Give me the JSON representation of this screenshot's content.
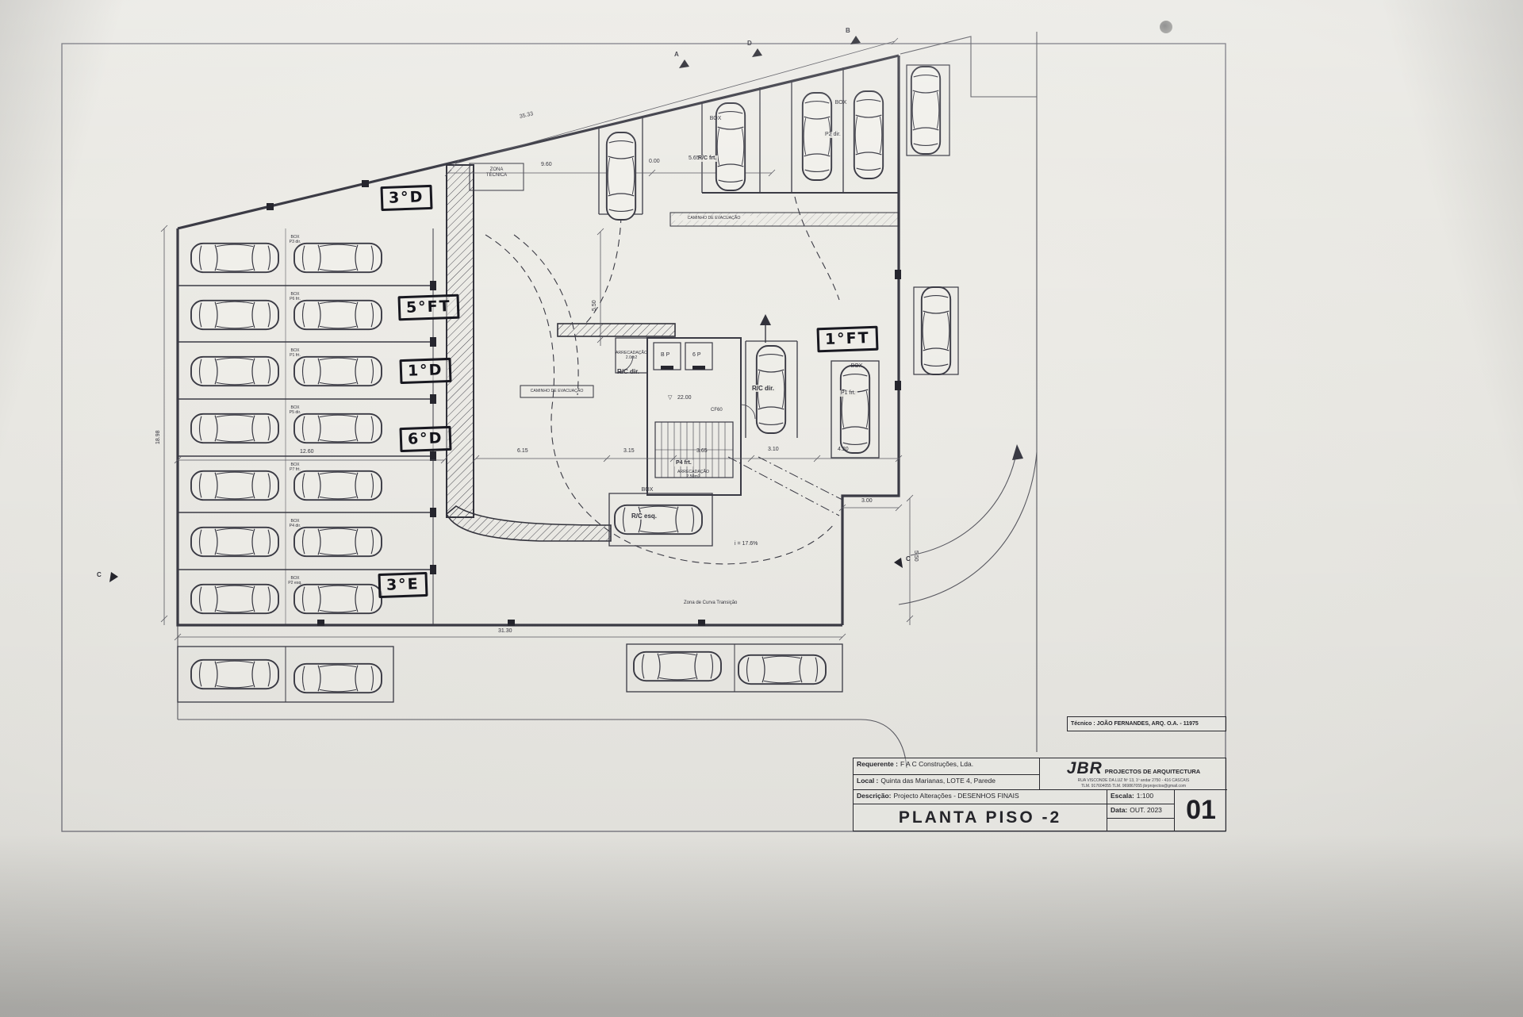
{
  "drawing": {
    "handwritten": {
      "h1": "3°D",
      "h2": "5°FT",
      "h3": "1°D",
      "h4": "6°D",
      "h5": "3°E",
      "h6": "1°FT"
    },
    "labels": {
      "box": "BOX",
      "zona_tecnica": "ZONA\nTÉCNICA",
      "caminho_evacuacao": "CAMINHO DE EVACUAÇÃO",
      "rc_frt": "R/C frt.",
      "p2_dir": "P2 dir.",
      "rc_dir": "R/C dir.",
      "p1_frt": "P1 frt.",
      "rc_esq": "R/C esq.",
      "p4_frt": "P4 frt.",
      "arrecadacao_small": "ARRECADAÇÃO\n2.0m2",
      "arrecadacao_big": "ARRECADAÇÃO\n2.50m2",
      "elev_bp": "B P",
      "elev_6p": "6 P",
      "cf60": "CF60",
      "slope": "i = 17.6%",
      "curva": "Zona de Curva Transição",
      "level": "22.00",
      "level_marker": "▽"
    },
    "left_rows": [
      {
        "box": "BOX",
        "p": "P3 dir."
      },
      {
        "box": "BOX",
        "p": "P6 frt."
      },
      {
        "box": "BOX",
        "p": "P1 frt."
      },
      {
        "box": "BOX",
        "p": "P5 dir."
      },
      {
        "box": "BOX",
        "p": "P7 frt."
      },
      {
        "box": "BOX",
        "p": "P4 dir."
      },
      {
        "box": "BOX",
        "p": "P2 esq."
      }
    ],
    "dims": {
      "top_len": "35.33",
      "d960": "9.60",
      "d000": "0.00",
      "d565": "5.65",
      "d1260": "12.60",
      "d615": "6.15",
      "d315": "3.15",
      "d365": "3.65",
      "d310": "3.10",
      "d420": "4.20",
      "d3130": "31.30",
      "d300": "3.00",
      "d550r": "5.50",
      "d550c": "5.50",
      "d1898": "18.98"
    },
    "markers": {
      "a": "A",
      "b": "B",
      "c_left": "C",
      "c_right": "C",
      "d": "D"
    }
  },
  "titleblock": {
    "tecnico": "Técnico : JOÃO FERNANDES, ARQ.   O.A. - 11975",
    "requerente_label": "Requerente :",
    "requerente_value": "F A C Construções, Lda.",
    "local_label": "Local :",
    "local_value": "Quinta das Marianas, LOTE 4, Parede",
    "descricao_label": "Descrição:",
    "descricao_value": "Projecto Alterações - DESENHOS FINAIS",
    "title": "PLANTA PISO -2",
    "escala_label": "Escala:",
    "escala_value": "1:100",
    "data_label": "Data:",
    "data_value": "OUT. 2023",
    "sheet_number": "01",
    "firm_name": "JBR",
    "firm_tagline": "PROJECTOS DE ARQUITECTURA",
    "firm_address": "RUA VISCONDE DA LUZ Nº 13, 1º andar   2750 - 416   CASCAIS",
    "firm_contacts": "TLM. 917604055   TLM. 969867055   jbrprojectos@gmail.com"
  }
}
